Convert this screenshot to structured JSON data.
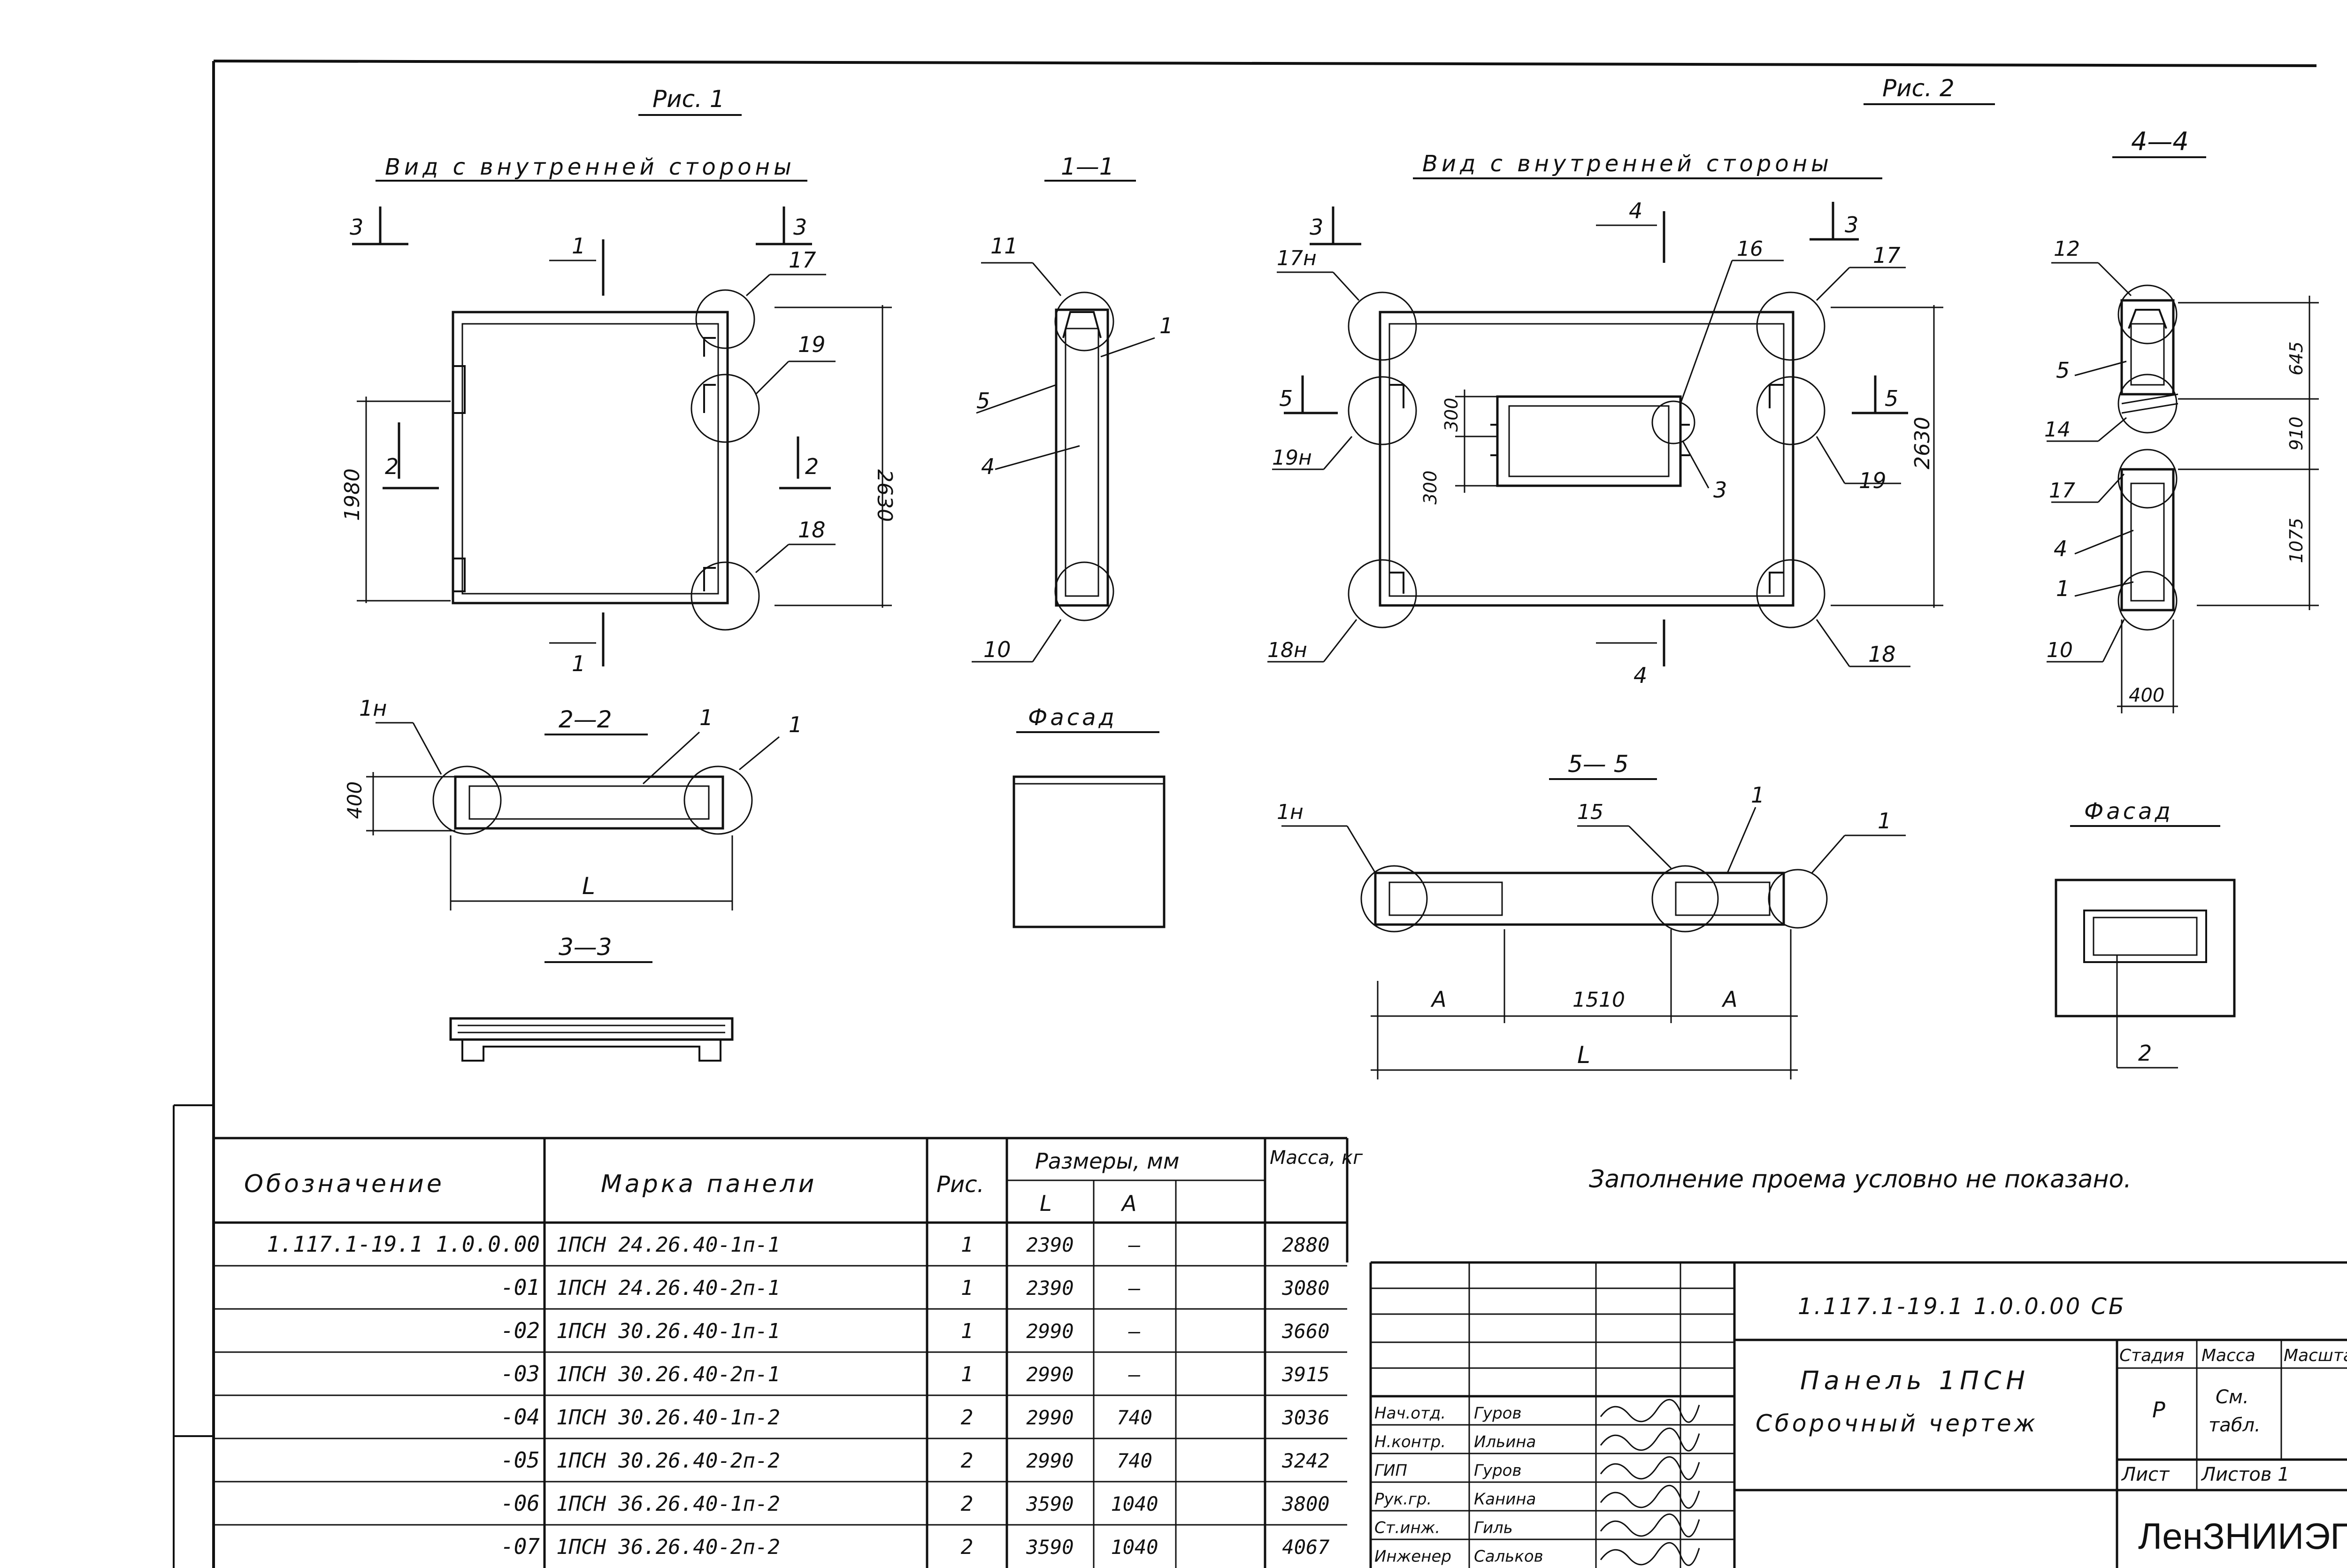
{
  "fig1": {
    "title": "Рис. 1",
    "view_title": "Вид с внутренней стороны",
    "section_1_1": "1—1",
    "section_2_2": "2—2",
    "section_3_3": "3—3",
    "facade": "Фасад",
    "dim_height": "2630",
    "dim_opening": "1980",
    "dim_thickness": "400",
    "dim_length": "L",
    "marks": {
      "m3": "3",
      "m1": "1",
      "m2": "2",
      "m17": "17",
      "m19": "19",
      "m18": "18",
      "m11": "11",
      "m5": "5",
      "m4": "4",
      "m10": "10",
      "m1n": "1н"
    }
  },
  "fig2": {
    "title": "Рис. 2",
    "view_title": "Вид с внутренней стороны",
    "section_4_4": "4—4",
    "section_5_5": "5— 5",
    "facade": "Фасад",
    "dim_height": "2630",
    "dim_300a": "300",
    "dim_300b": "300",
    "dim_645": "645",
    "dim_910": "910",
    "dim_1075": "1075",
    "dim_400": "400",
    "dim_1510": "1510",
    "dim_A": "А",
    "dim_L": "L",
    "marks": {
      "m3": "3",
      "m4": "4",
      "m5": "5",
      "m16": "16",
      "m17": "17",
      "m17n": "17н",
      "m19": "19",
      "m19n": "19н",
      "m18": "18",
      "m18n": "18н",
      "m12": "12",
      "m14": "14",
      "m1": "1",
      "m10": "10",
      "m15": "15",
      "m1n": "1н",
      "m2": "2"
    }
  },
  "note": "Заполнение проема условно не показано.",
  "spec_table": {
    "headers": {
      "designation": "Обозначение",
      "panel_mark": "Марка панели",
      "fig": "Рис.",
      "sizes": "Размеры, мм",
      "L": "L",
      "A": "А",
      "mass": "Масса, кг"
    },
    "rows": [
      {
        "designation": "1.117.1-19.1 1.0.0.00",
        "mark": "1ПСН 24.26.40-1п-1",
        "fig": "1",
        "L": "2390",
        "A": "—",
        "mass": "2880"
      },
      {
        "designation": "-01",
        "mark": "1ПСН 24.26.40-2п-1",
        "fig": "1",
        "L": "2390",
        "A": "—",
        "mass": "3080"
      },
      {
        "designation": "-02",
        "mark": "1ПСН 30.26.40-1п-1",
        "fig": "1",
        "L": "2990",
        "A": "—",
        "mass": "3660"
      },
      {
        "designation": "-03",
        "mark": "1ПСН 30.26.40-2п-1",
        "fig": "1",
        "L": "2990",
        "A": "—",
        "mass": "3915"
      },
      {
        "designation": "-04",
        "mark": "1ПСН 30.26.40-1п-2",
        "fig": "2",
        "L": "2990",
        "A": "740",
        "mass": "3036"
      },
      {
        "designation": "-05",
        "mark": "1ПСН 30.26.40-2п-2",
        "fig": "2",
        "L": "2990",
        "A": "740",
        "mass": "3242"
      },
      {
        "designation": "-06",
        "mark": "1ПСН 36.26.40-1п-2",
        "fig": "2",
        "L": "3590",
        "A": "1040",
        "mass": "3800"
      },
      {
        "designation": "-07",
        "mark": "1ПСН 36.26.40-2п-2",
        "fig": "2",
        "L": "3590",
        "A": "1040",
        "mass": "4067"
      }
    ]
  },
  "title_block": {
    "doc_code": "1.117.1-19.1 1.0.0.00 СБ",
    "name_line1": "Панель 1ПСН",
    "name_line2": "Сборочный чертеж",
    "stage_label": "Стадия",
    "mass_label": "Масса",
    "scale_label": "Масштаб",
    "stage_value": "Р",
    "mass_value_1": "См.",
    "mass_value_2": "табл.",
    "sheet_label": "Лист",
    "sheets_label": "Листов 1",
    "org": "ЛенЗНИИЭП",
    "signers": [
      {
        "role": "Нач.отд.",
        "name": "Гуров"
      },
      {
        "role": "Н.контр.",
        "name": "Ильина"
      },
      {
        "role": "ГИП",
        "name": "Гуров"
      },
      {
        "role": "Рук.гр.",
        "name": "Канина"
      },
      {
        "role": "Ст.инж.",
        "name": "Гиль"
      },
      {
        "role": "Инженер",
        "name": "Сальков"
      }
    ]
  }
}
